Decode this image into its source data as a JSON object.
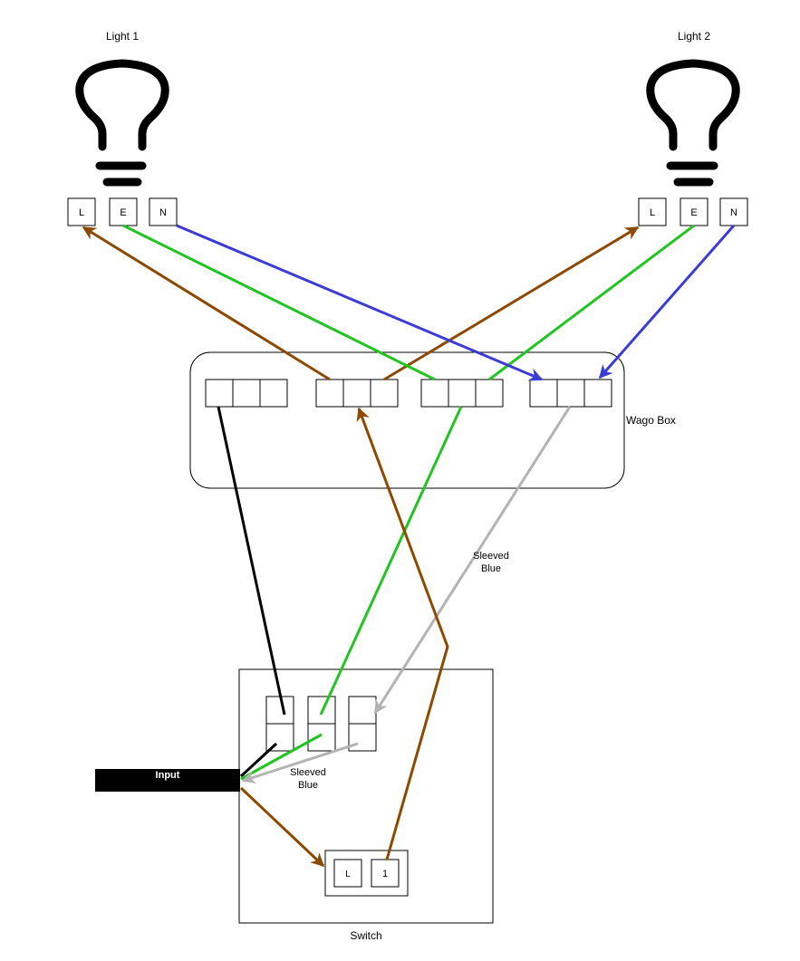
{
  "lights": [
    {
      "label": "Light 1",
      "terminals": [
        "L",
        "E",
        "N"
      ]
    },
    {
      "label": "Light 2",
      "terminals": [
        "L",
        "E",
        "N"
      ]
    }
  ],
  "wago_box": {
    "label": "Wago Box"
  },
  "switch": {
    "label": "Switch",
    "terminals": [
      "L",
      "1"
    ]
  },
  "input": {
    "label": "Input"
  },
  "annotations": {
    "sleeved_blue_upper": [
      "Sleeved",
      "Blue"
    ],
    "sleeved_blue_lower": [
      "Sleeved",
      "Blue"
    ]
  },
  "colors": {
    "brown": "#8b4a00",
    "green": "#22c322",
    "blue": "#3b3bd6",
    "grey": "#b3b3b3",
    "black": "#000000"
  }
}
